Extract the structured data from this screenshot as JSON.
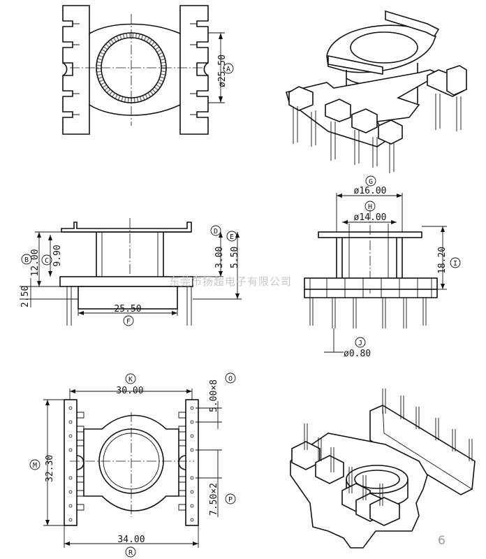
{
  "watermark": "东莞市扬超电子有限公司",
  "page_number": "6",
  "dimensions": {
    "A": {
      "letter": "A",
      "value": "ø25.50"
    },
    "B": {
      "letter": "B",
      "value": "12.00"
    },
    "C": {
      "letter": "C",
      "value": "9.90"
    },
    "D": {
      "letter": "D",
      "value": "3.00"
    },
    "E": {
      "letter": "E",
      "value": "5.50"
    },
    "base": {
      "value": "2.50"
    },
    "F": {
      "letter": "F",
      "value": "25.50"
    },
    "G": {
      "letter": "G",
      "value": "ø16.00"
    },
    "H": {
      "letter": "H",
      "value": "ø14.00"
    },
    "I": {
      "letter": "I",
      "value": "18.20"
    },
    "J": {
      "letter": "J",
      "value": "ø0.80"
    },
    "K": {
      "letter": "K",
      "value": "30.00"
    },
    "M": {
      "letter": "M",
      "value": "32.30"
    },
    "O": {
      "letter": "O",
      "value": "5.00×8"
    },
    "P": {
      "letter": "P",
      "value": "7.50×2"
    },
    "R": {
      "letter": "R",
      "value": "34.00"
    }
  }
}
